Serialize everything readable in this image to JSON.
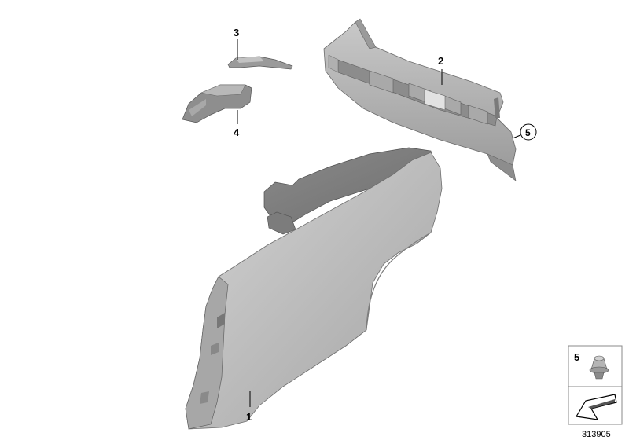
{
  "callouts": {
    "part_1": "1",
    "part_2": "2",
    "part_3": "3",
    "part_4": "4",
    "part_5": "5"
  },
  "legend": {
    "part_5": "5"
  },
  "reference_number": "313905"
}
